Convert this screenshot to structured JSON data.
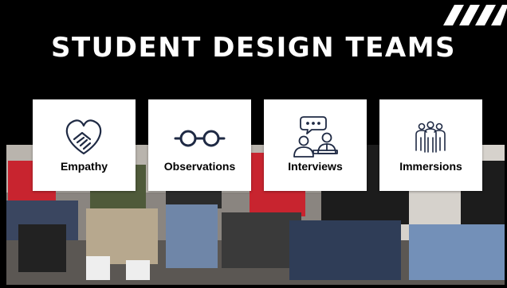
{
  "slide": {
    "title": "STUDENT DESIGN TEAMS",
    "background_color": "#000000",
    "icon_color": "#1f2a44",
    "photo_description_icon": "group-seated-photo"
  },
  "cards": [
    {
      "label": "Empathy",
      "icon": "heart-handshake-icon"
    },
    {
      "label": "Observations",
      "icon": "glasses-icon"
    },
    {
      "label": "Interviews",
      "icon": "conversation-icon"
    },
    {
      "label": "Immersions",
      "icon": "group-people-icon"
    }
  ]
}
